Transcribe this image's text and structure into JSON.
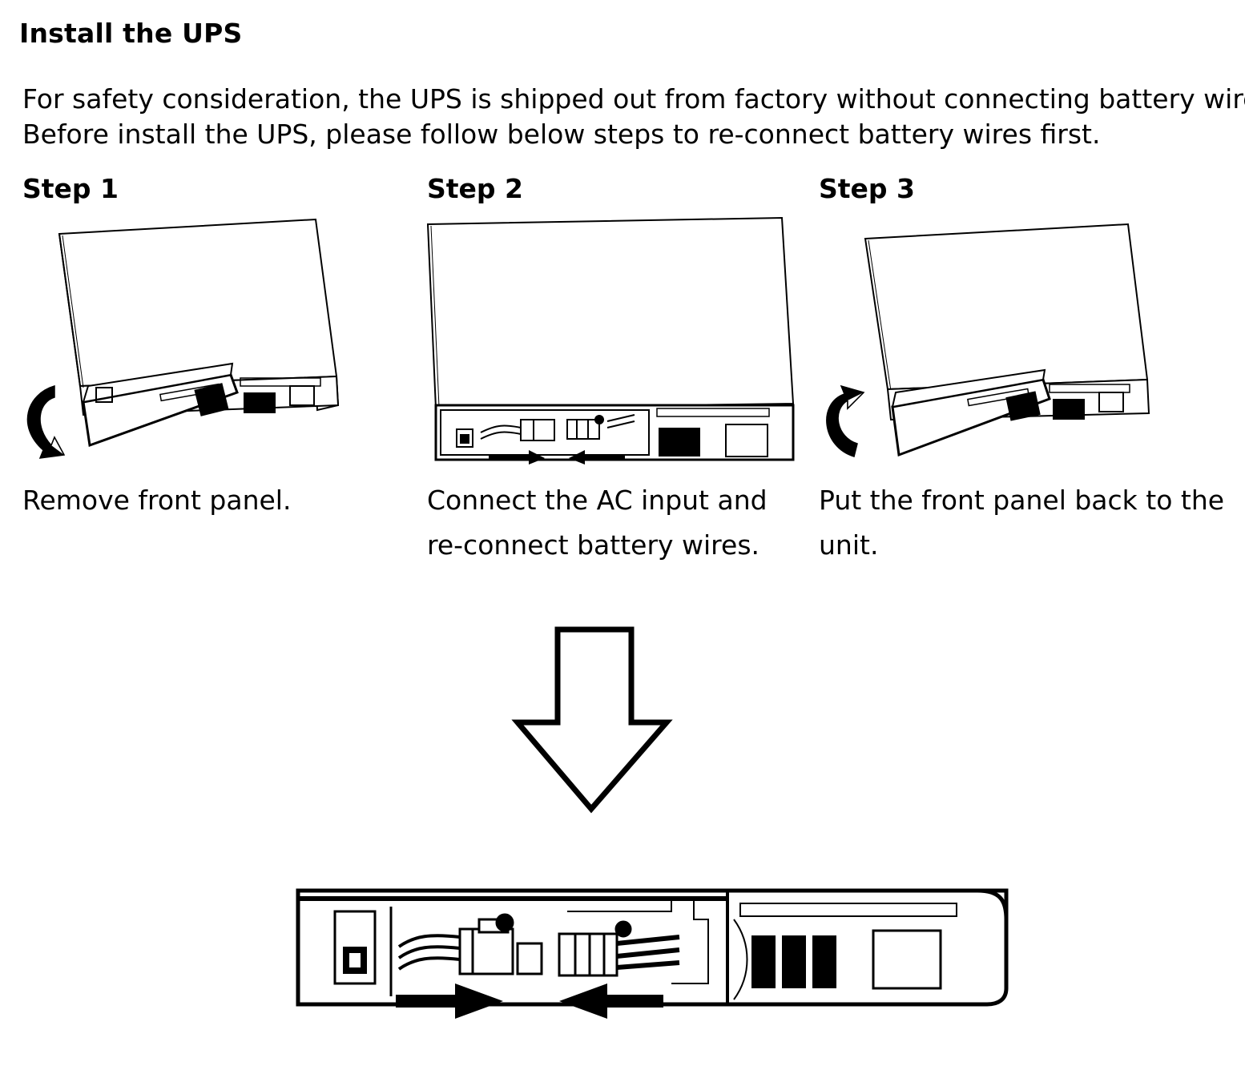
{
  "title": "Install the UPS",
  "intro": {
    "line1": "For safety consideration, the UPS is shipped out from factory without connecting battery wires.",
    "line2": "Before install the UPS, please follow below steps to re-connect battery wires first."
  },
  "steps": [
    {
      "heading": "Step 1",
      "caption_line1": "Remove front panel.",
      "caption_line2": ""
    },
    {
      "heading": "Step 2",
      "caption_line1": "Connect the AC input and",
      "caption_line2": "re-connect battery wires."
    },
    {
      "heading": "Step 3",
      "caption_line1": "Put the front panel back to the",
      "caption_line2": "unit."
    }
  ],
  "icons": [
    "rotate-down-arrow-icon",
    "rotate-up-arrow-icon",
    "down-arrow-icon"
  ]
}
